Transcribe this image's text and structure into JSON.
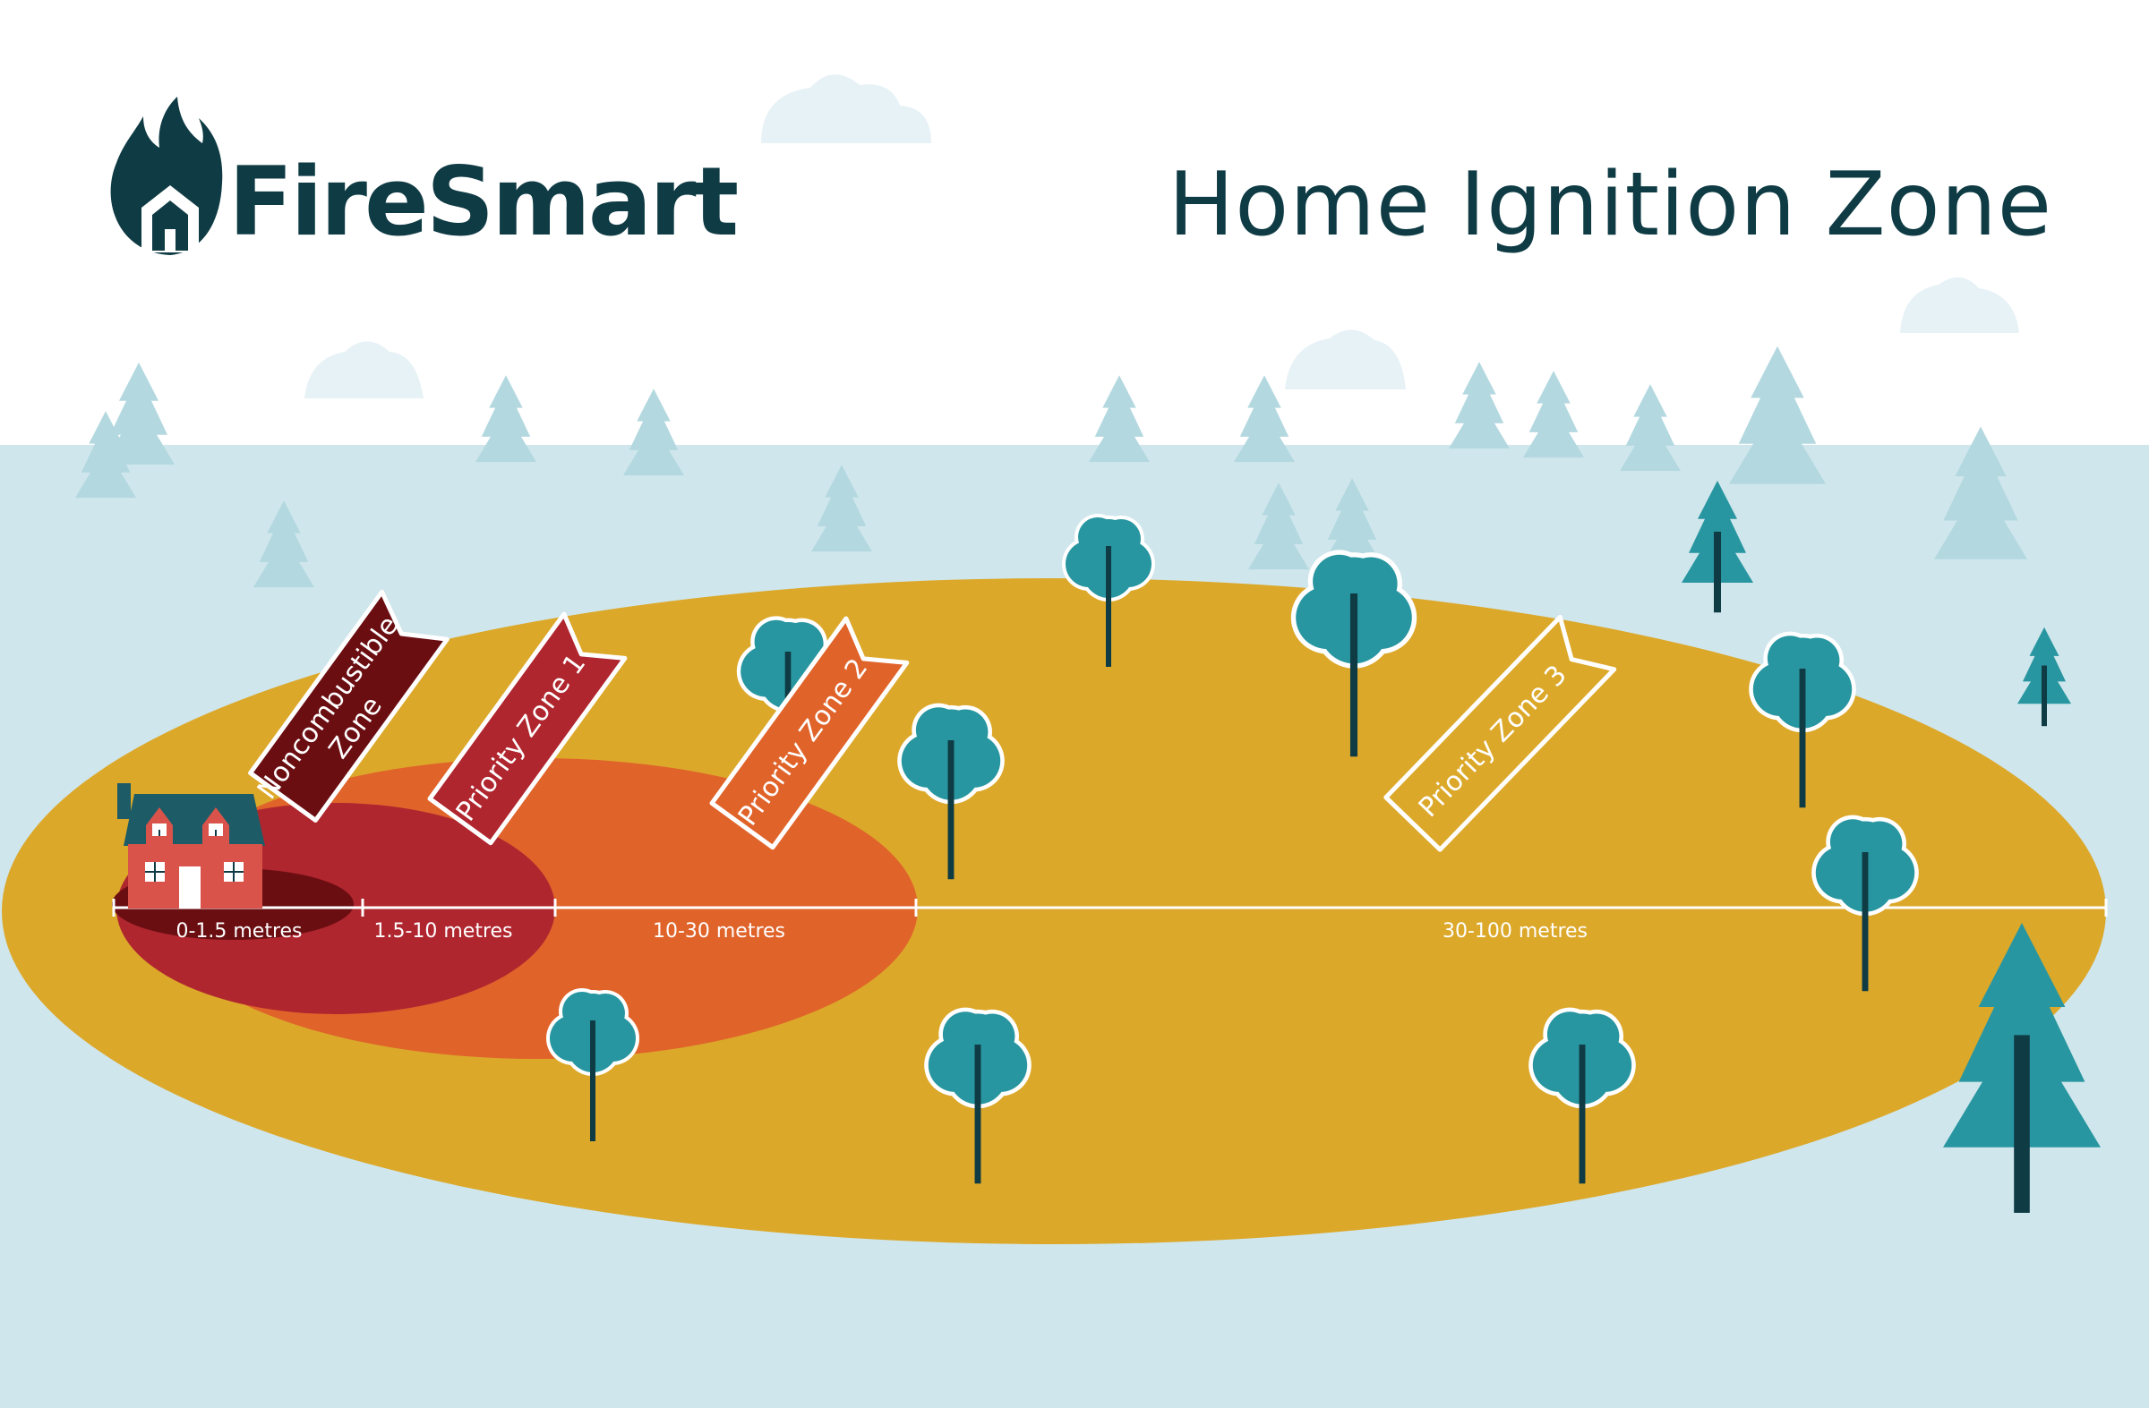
{
  "header": {
    "brand": "FireSmart",
    "title": "Home Ignition Zone"
  },
  "zones": [
    {
      "flag_lines": [
        "Noncombustible",
        "Zone"
      ],
      "distance": "0-1.5 metres",
      "color": "#6b0e12"
    },
    {
      "flag_lines": [
        "Priority Zone 1"
      ],
      "distance": "1.5-10 metres",
      "color": "#b0262f"
    },
    {
      "flag_lines": [
        "Priority Zone 2"
      ],
      "distance": "10-30 metres",
      "color": "#e0632a"
    },
    {
      "flag_lines": [
        "Priority Zone 3"
      ],
      "distance": "30-100 metres",
      "color": "#dca82a"
    }
  ],
  "colors": {
    "sky": "#ffffff",
    "ground": "#cfe6ec",
    "cloud": "#e7f2f6",
    "tree_light": "#b3d8e0",
    "tree_teal": "#2896a0",
    "trunk": "#0f3b44",
    "brand": "#0f3b44",
    "house_wall": "#d9534a",
    "house_roof": "#1d5c66"
  },
  "icons": {
    "logo": "flame-house-icon",
    "house": "house-icon",
    "tree": "tree-icon"
  }
}
